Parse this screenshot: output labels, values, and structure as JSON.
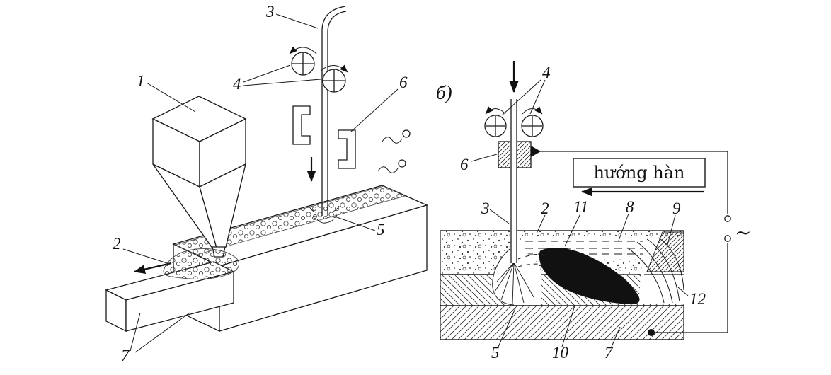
{
  "panels": {
    "left": {
      "callouts": {
        "hopper": "1",
        "flux": "2",
        "electrode_wire": "3",
        "feed_rollers": "4",
        "weld_zone": "5",
        "contact_jaws": "6",
        "workpieces": "7"
      }
    },
    "right": {
      "tag": "б)",
      "weld_direction": "hướng hàn",
      "ac_source": "~",
      "callouts": {
        "flux": "2",
        "electrode_wire": "3",
        "feed_rollers": "4",
        "arc": "5",
        "contact_jaw": "6",
        "base_metal": "7",
        "flux_cover": "8",
        "slag_crust": "9",
        "weld_pool": "10",
        "molten_slag": "11",
        "weld_bead": "12"
      }
    }
  }
}
